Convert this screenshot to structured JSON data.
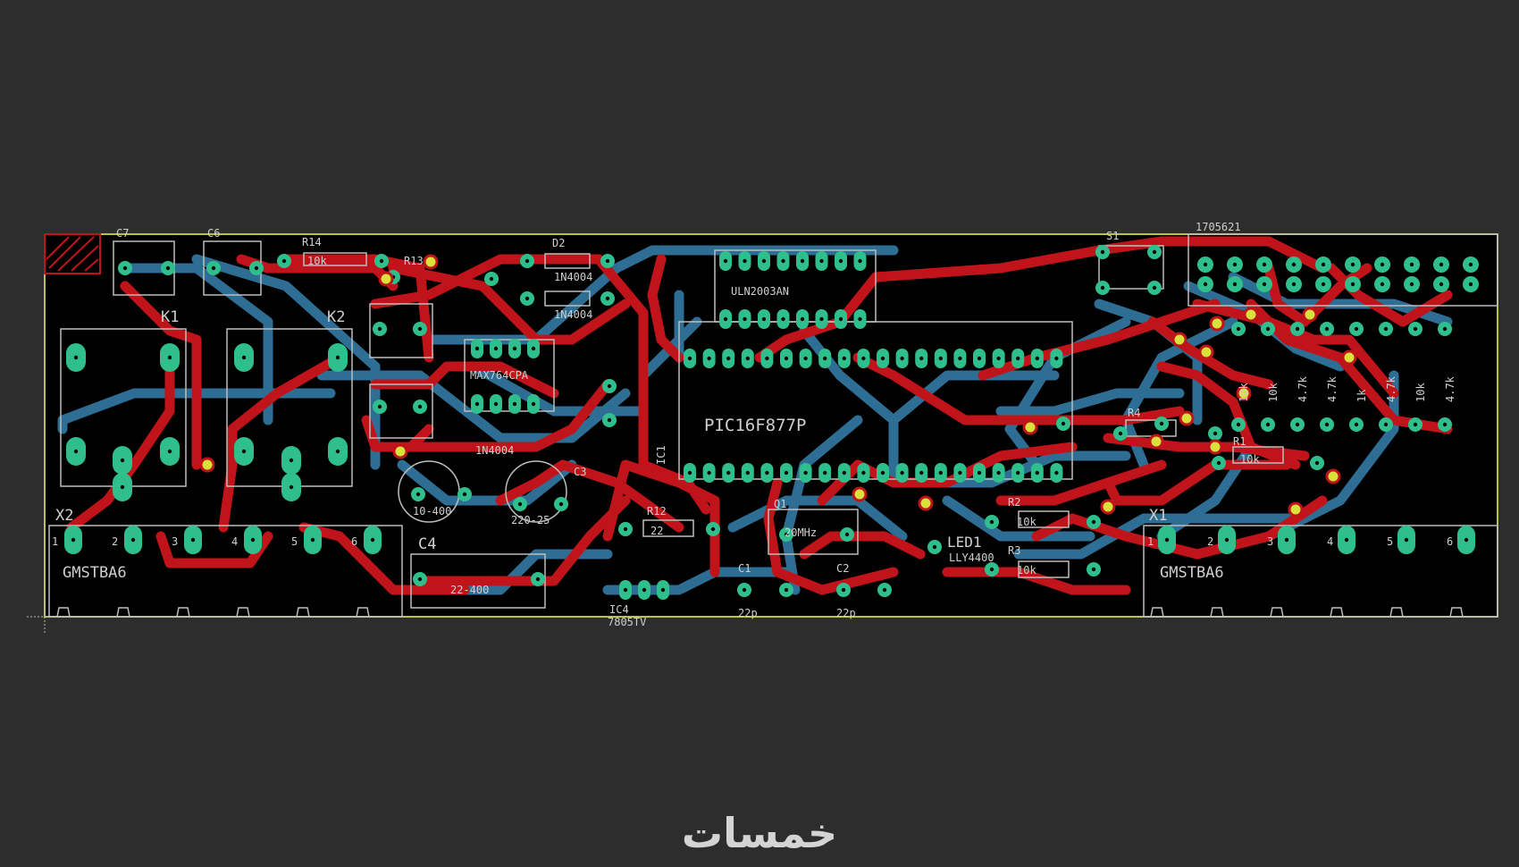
{
  "board": {
    "colors": {
      "background": "#2d2d2d",
      "board_fill": "#000000",
      "outline": "#b8c24a",
      "top_trace": "#c0141a",
      "bottom_trace": "#2e6e94",
      "pad": "#2fbf8c",
      "via": "#d8e23a",
      "silkscreen": "#d0d0d0"
    },
    "labels": {
      "c7": "C7",
      "c6": "C6",
      "r14": "R14",
      "r14_val": "10k",
      "r13": "R13",
      "d2": "D2",
      "d2_val": "1N4004",
      "d3_val": "1N4004",
      "s1": "S1",
      "conn_top": "1705621",
      "k1": "K1",
      "k2": "K2",
      "ic_top_val": "ULN2003AN",
      "ic_mid": "MAX764CPA",
      "ic_main": "PIC16F877P",
      "ic1": "IC1",
      "d5_val": "1N4004",
      "c3": "C3",
      "c3_val": "10-400",
      "c5_val": "220-25",
      "c4": "C4",
      "c4_val": "22-400",
      "r12": "R12",
      "r12_val": "22",
      "q1": "Q1",
      "q1_val": "20MHz",
      "c1": "C1",
      "c1_val": "22p",
      "c2": "C2",
      "c2_val": "22p",
      "ic4": "IC4",
      "ic4_val": "7805TV",
      "led1": "LED1",
      "led1_val": "LLY4400",
      "r2": "R2",
      "r2_val": "10k",
      "r3": "R3",
      "r3_val": "10k",
      "r4": "R4",
      "r1": "R1",
      "r1_val": "10k",
      "x2": "X2",
      "x1": "X1",
      "gmst_left": "GMSTBA6",
      "gmst_right": "GMSTBA6",
      "x2_pins": [
        "1",
        "2",
        "3",
        "4",
        "5",
        "6"
      ],
      "x1_pins": [
        "1",
        "2",
        "3",
        "4",
        "5",
        "6"
      ],
      "r_vals": [
        "10k",
        "10k",
        "4.7k",
        "4.7k",
        "1k",
        "4.7k",
        "10k",
        "4.7k"
      ]
    }
  },
  "watermark": {
    "text": "خمسات"
  }
}
